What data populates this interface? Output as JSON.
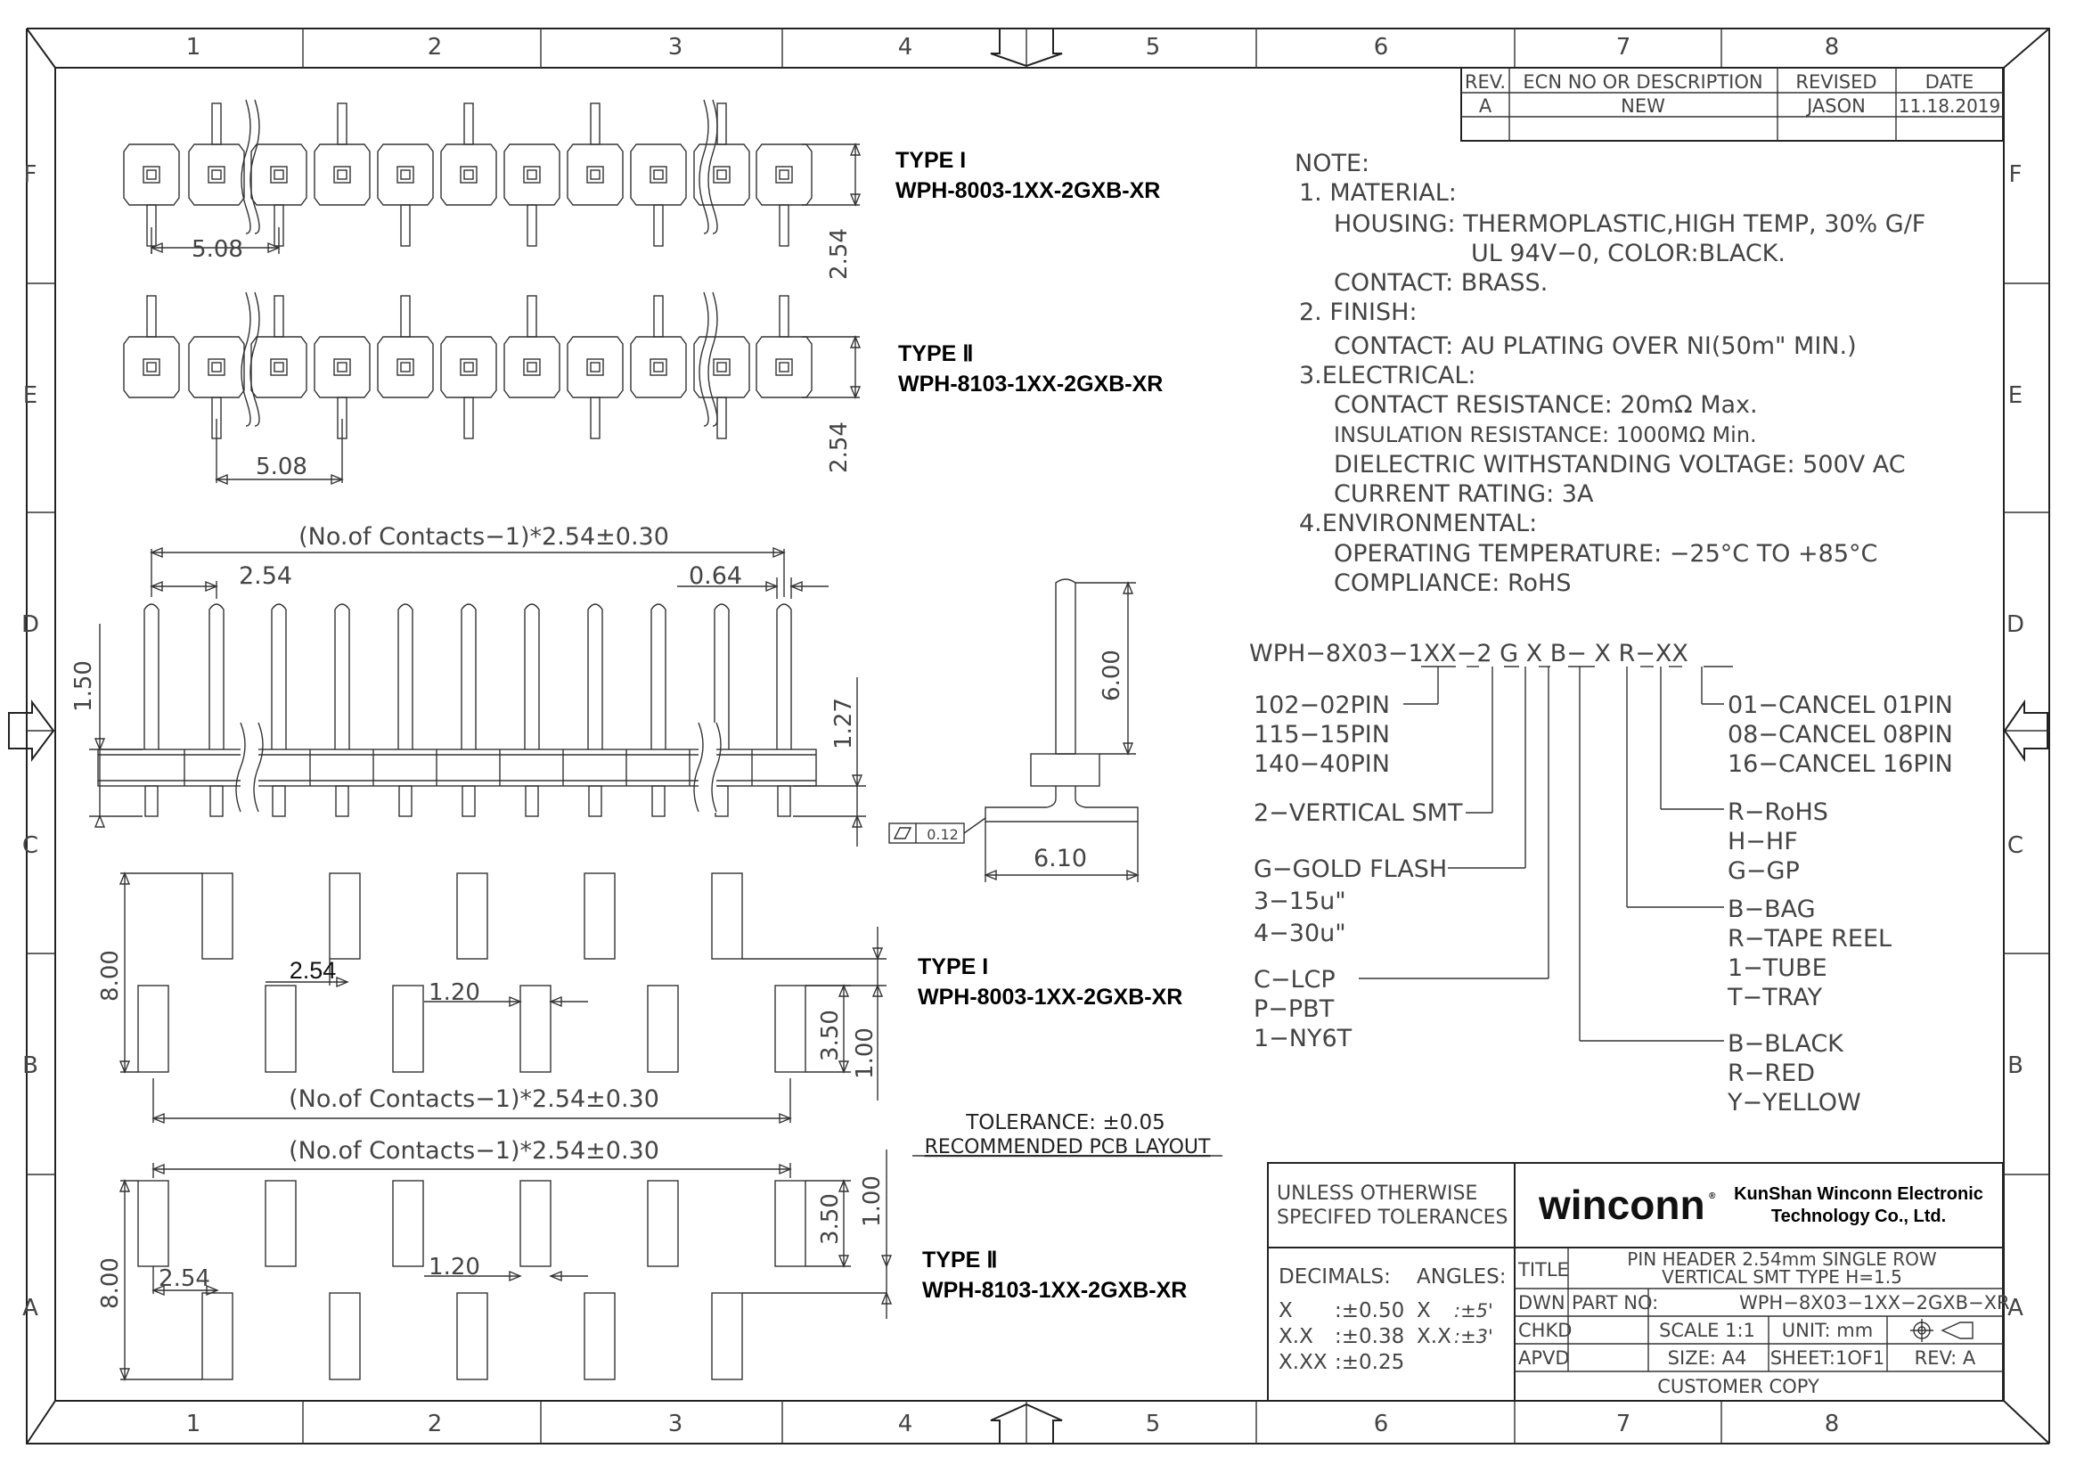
{
  "border": {
    "cols": [
      "1",
      "2",
      "3",
      "4",
      "5",
      "6",
      "7",
      "8"
    ],
    "rows": [
      "F",
      "E",
      "D",
      "C",
      "B",
      "A"
    ]
  },
  "revision": {
    "headers": [
      "REV.",
      "ECN NO OR DESCRIPTION",
      "REVISED",
      "DATE"
    ],
    "row": [
      "A",
      "NEW",
      "JASON",
      "11.18.2019"
    ]
  },
  "views": {
    "type1_top": {
      "type": "TYPE I",
      "part": "WPH-8003-1XX-2GXB-XR",
      "dim_pitch": "5.08",
      "dim_row": "2.54"
    },
    "type2_top": {
      "type": "TYPE Ⅱ",
      "part": "WPH-8103-1XX-2GXB-XR",
      "dim_pitch": "5.08",
      "dim_row": "2.54"
    },
    "side": {
      "overall": "(No.of Contacts−1)*2.54±0.30",
      "pitch": "2.54",
      "pin": "0.64",
      "h150": "1.50",
      "h127": "1.27"
    },
    "end": {
      "h600": "6.00",
      "w610": "6.10",
      "flat": "0.12"
    },
    "pcb1": {
      "type": "TYPE I",
      "part": "WPH-8003-1XX-2GXB-XR",
      "d800": "8.00",
      "d254": "2.54",
      "d120": "1.20",
      "d350": "3.50",
      "d100": "1.00",
      "overall": "(No.of Contacts−1)*2.54±0.30"
    },
    "pcb2": {
      "type": "TYPE Ⅱ",
      "part": "WPH-8103-1XX-2GXB-XR",
      "d800": "8.00",
      "d254": "2.54",
      "d120": "1.20",
      "d350": "3.50",
      "d100": "1.00",
      "overall": "(No.of Contacts−1)*2.54±0.30"
    },
    "tolerance": "TOLERANCE: ±0.05",
    "recommended": "RECOMMENDED PCB LAYOUT"
  },
  "notes": [
    "NOTE:",
    "1. MATERIAL:",
    "HOUSING: THERMOPLASTIC,HIGH TEMP, 30% G/F",
    "UL 94V−0, COLOR:BLACK.",
    "CONTACT: BRASS.",
    "2. FINISH:",
    "CONTACT: AU PLATING OVER NI(50m\" MIN.)",
    "3.ELECTRICAL:",
    "CONTACT RESISTANCE: 20mΩ Max.",
    "INSULATION RESISTANCE: 1000MΩ Min.",
    "DIELECTRIC WITHSTANDING VOLTAGE: 500V AC",
    "CURRENT RATING: 3A",
    "4.ENVIRONMENTAL:",
    "OPERATING TEMPERATURE: −25°C TO +85°C",
    "COMPLIANCE: RoHS"
  ],
  "partcode": {
    "code": "WPH−8X03−1XX−2 G X B− X R−XX",
    "left": [
      "102−02PIN",
      "115−15PIN",
      "140−40PIN",
      "2−VERTICAL SMT",
      "G−GOLD FLASH",
      "3−15u\"",
      "4−30u\"",
      "C−LCP",
      "P−PBT",
      "1−NY6T"
    ],
    "right": [
      "01−CANCEL 01PIN",
      "08−CANCEL 08PIN",
      "16−CANCEL 16PIN",
      "R−RoHS",
      "H−HF",
      "G−GP",
      "B−BAG",
      "R−TAPE REEL",
      "1−TUBE",
      "T−TRAY",
      "B−BLACK",
      "R−RED",
      "Y−YELLOW"
    ]
  },
  "titleblock": {
    "unless": "UNLESS OTHERWISE",
    "specified": "SPECIFED TOLERANCES",
    "decimals": "DECIMALS:",
    "angles": "ANGLES:",
    "tol_rows": [
      [
        "X",
        ":±0.50",
        "X",
        ":±5'"
      ],
      [
        "X.X",
        ":±0.38",
        "X.X",
        ":±3'"
      ],
      [
        "X.XX",
        ":±0.25",
        "",
        ""
      ]
    ],
    "logo": "winconn",
    "company1": "KunShan Winconn Electronic",
    "company2": "Technology Co., Ltd.",
    "title_label": "TITLE",
    "title1": "PIN HEADER 2.54mm SINGLE ROW",
    "title2": "VERTICAL SMT TYPE H=1.5",
    "dwn": "DWN",
    "part_label": "PART NO:",
    "part_no": "WPH−8X03−1XX−2GXB−XR",
    "chkd": "CHKD",
    "scale": "SCALE 1:1",
    "unit": "UNIT: mm",
    "apvd": "APVD",
    "size": "SIZE: A4",
    "sheet": "SHEET:1OF1",
    "rev": "REV: A",
    "copy": "CUSTOMER COPY"
  }
}
